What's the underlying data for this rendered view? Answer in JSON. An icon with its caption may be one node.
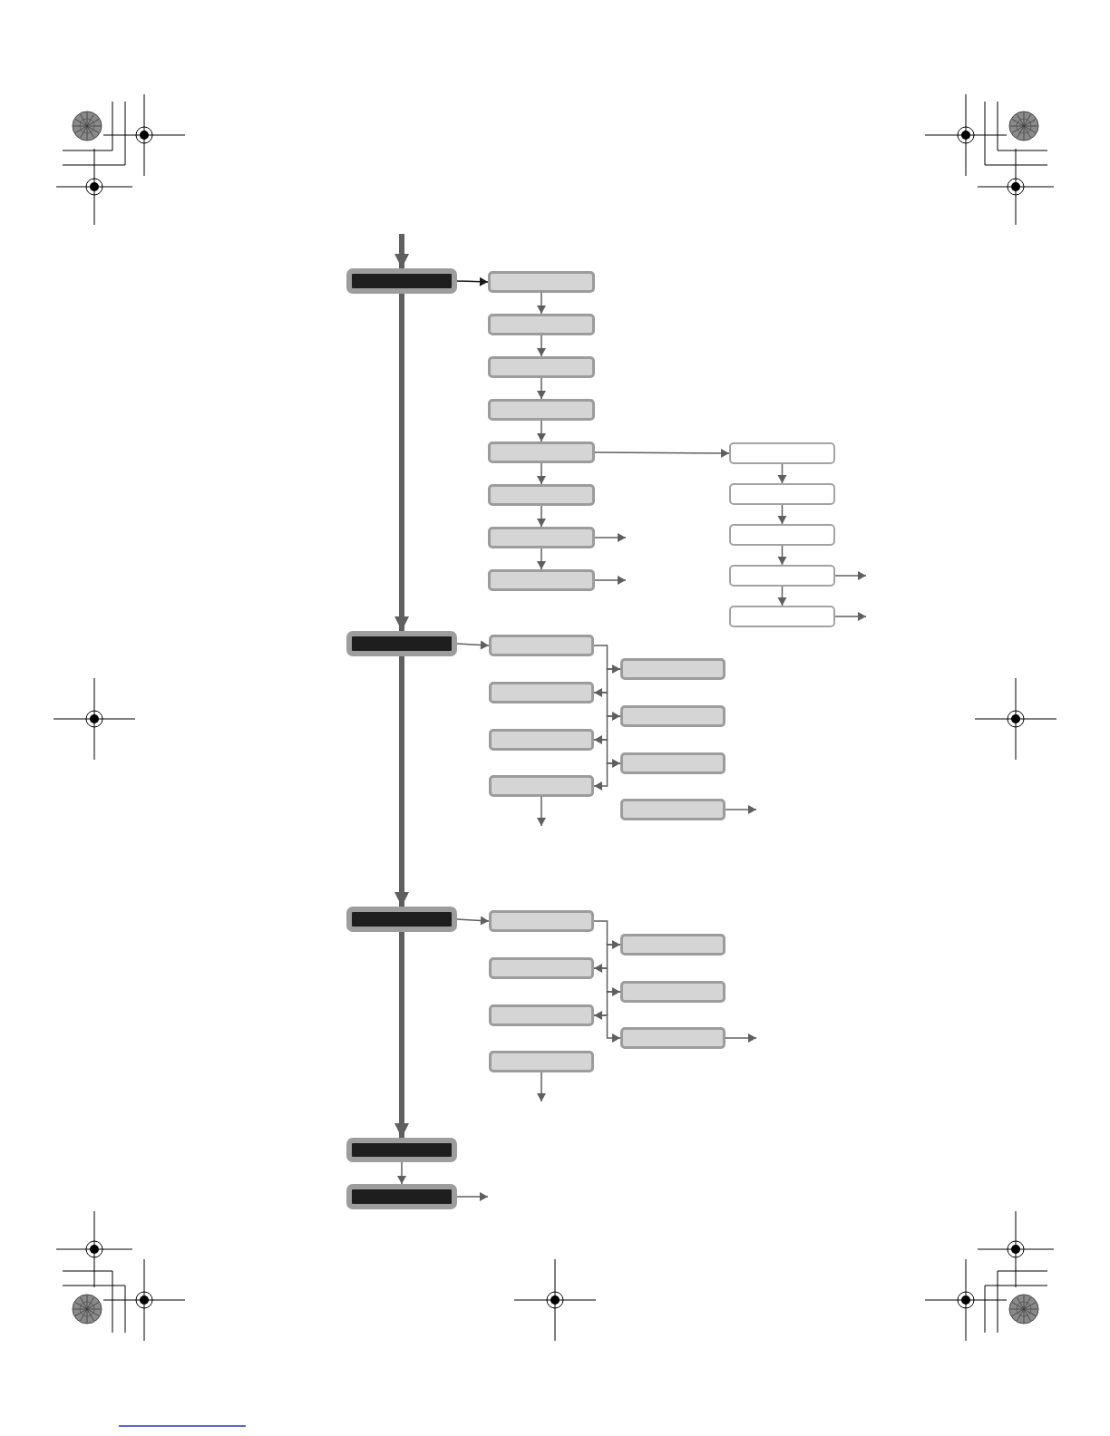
{
  "diagram": {
    "nodes": [
      {
        "text": [],
        "shape": "box"
      },
      {
        "text": [],
        "shape": "box"
      },
      {
        "text": [],
        "shape": "box"
      },
      {
        "text": [],
        "shape": "box"
      },
      {
        "text": [],
        "shape": "box"
      },
      {
        "text": [],
        "shape": "box"
      },
      {
        "text": [],
        "shape": "box"
      },
      {
        "text": [],
        "shape": "box"
      },
      {
        "text": [],
        "shape": "box"
      },
      {
        "text": [],
        "shape": "box"
      },
      {
        "text": [],
        "shape": "box"
      },
      {
        "text": [],
        "shape": "box"
      },
      {
        "text": [],
        "shape": "box"
      },
      {
        "text": [],
        "shape": "box"
      },
      {
        "text": [],
        "shape": "box"
      },
      {
        "text": [],
        "shape": "box"
      },
      {
        "text": [],
        "shape": "box"
      },
      {
        "text": [],
        "shape": "box"
      },
      {
        "text": [],
        "shape": "box"
      },
      {
        "text": [],
        "shape": "box"
      },
      {
        "text": [],
        "shape": "box"
      },
      {
        "text": [],
        "shape": "box"
      },
      {
        "text": [],
        "shape": "box"
      },
      {
        "text": [],
        "shape": "box"
      },
      {
        "text": [],
        "shape": "box"
      },
      {
        "text": [],
        "shape": "box"
      },
      {
        "text": [],
        "shape": "box"
      },
      {
        "text": [],
        "shape": "box"
      },
      {
        "text": [],
        "shape": "box"
      },
      {
        "text": [],
        "shape": "box"
      },
      {
        "text": [],
        "shape": "box"
      },
      {
        "text": [],
        "shape": "box"
      },
      {
        "text": [],
        "shape": "box"
      }
    ],
    "edges": [
      {
        "from": null,
        "to": 0,
        "arrow": "to",
        "style": "thick"
      },
      {
        "from": 0,
        "to": 1,
        "arrow": "to",
        "color": "#1a1a1a"
      },
      {
        "from": 1,
        "to": 2,
        "arrow": "to"
      },
      {
        "from": 2,
        "to": 3,
        "arrow": "to"
      },
      {
        "from": 3,
        "to": 4,
        "arrow": "to"
      },
      {
        "from": 4,
        "to": 5,
        "arrow": "to"
      },
      {
        "from": 5,
        "to": 6,
        "arrow": "to"
      },
      {
        "from": 6,
        "to": 7,
        "arrow": "to"
      },
      {
        "from": 7,
        "to": 8,
        "arrow": "to"
      },
      {
        "from": 5,
        "to": 9,
        "arrow": "to"
      },
      {
        "from": 7,
        "to": null,
        "arrow": "to"
      },
      {
        "from": 8,
        "to": null,
        "arrow": "to"
      },
      {
        "from": 9,
        "to": 10,
        "arrow": "to"
      },
      {
        "from": 10,
        "to": 11,
        "arrow": "to"
      },
      {
        "from": 11,
        "to": 12,
        "arrow": "to"
      },
      {
        "from": 12,
        "to": 13,
        "arrow": "to"
      },
      {
        "from": 12,
        "to": null,
        "arrow": "to"
      },
      {
        "from": 13,
        "to": null,
        "arrow": "to"
      },
      {
        "from": 0,
        "to": 14,
        "arrow": "to",
        "style": "thick"
      },
      {
        "from": 14,
        "to": 15,
        "arrow": "to"
      },
      {
        "from": 15,
        "to": 16,
        "arrow": "to"
      },
      {
        "from": 16,
        "to": 17,
        "arrow": "to"
      },
      {
        "from": 17,
        "to": 18,
        "arrow": "to"
      },
      {
        "from": 18,
        "to": 19,
        "arrow": "to"
      },
      {
        "from": 19,
        "to": 20,
        "arrow": "to"
      },
      {
        "from": 20,
        "to": 21,
        "arrow": "to"
      },
      {
        "from": 21,
        "to": null,
        "arrow": "to"
      },
      {
        "from": 22,
        "to": null,
        "arrow": "to"
      },
      {
        "from": 14,
        "to": 23,
        "arrow": "to",
        "style": "thick"
      },
      {
        "from": 23,
        "to": 24,
        "arrow": "to"
      },
      {
        "from": 24,
        "to": 25,
        "arrow": "to"
      },
      {
        "from": 25,
        "to": 26,
        "arrow": "to"
      },
      {
        "from": 26,
        "to": 27,
        "arrow": "to"
      },
      {
        "from": 27,
        "to": 28,
        "arrow": "to"
      },
      {
        "from": 28,
        "to": 29,
        "arrow": "to"
      },
      {
        "from": 29,
        "to": null,
        "arrow": "to"
      },
      {
        "from": 30,
        "to": null,
        "arrow": "to"
      },
      {
        "from": 23,
        "to": 31,
        "arrow": "to",
        "style": "thick"
      },
      {
        "from": 31,
        "to": 32,
        "arrow": "to"
      },
      {
        "from": 32,
        "to": null,
        "arrow": "to"
      }
    ]
  }
}
